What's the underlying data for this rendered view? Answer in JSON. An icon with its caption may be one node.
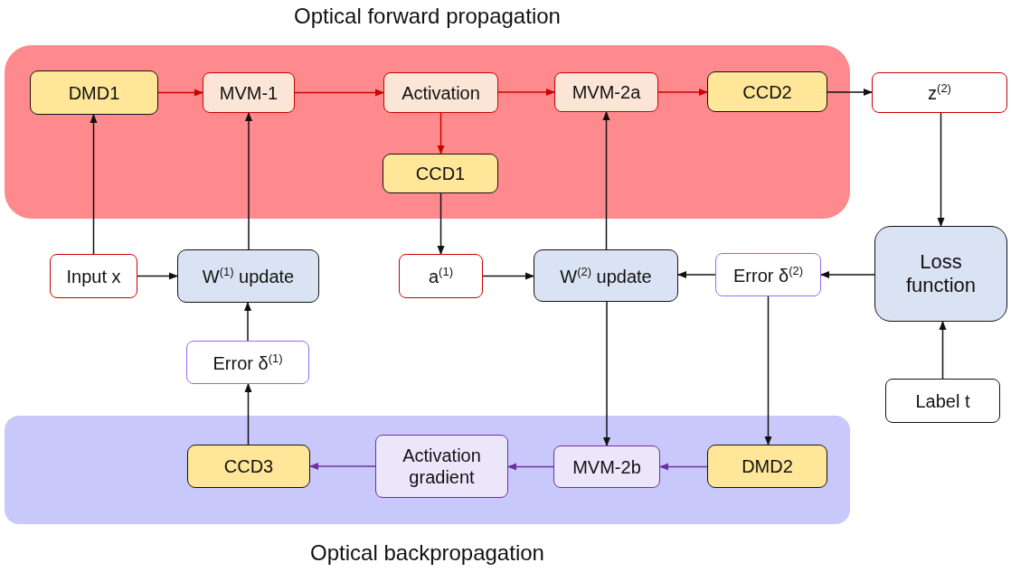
{
  "diagram": {
    "nodes": [
      {
        "text": [
          "Optical forward propagation"
        ]
      },
      {
        "text": [
          "DMD1"
        ],
        "in": 0
      },
      {
        "text": [
          "MVM-1"
        ],
        "in": 0
      },
      {
        "text": [
          "Activation"
        ],
        "in": 0
      },
      {
        "text": [
          "MVM-2a"
        ],
        "in": 0
      },
      {
        "text": [
          "CCD2"
        ],
        "in": 0
      },
      {
        "text": [
          "z$^{(2)}$"
        ]
      },
      {
        "text": [
          "CCD1"
        ],
        "in": 0
      },
      {
        "text": [
          "Input x"
        ]
      },
      {
        "text": [
          "W$^{(1)}$ update"
        ]
      },
      {
        "text": [
          "a$^{(1)}$"
        ]
      },
      {
        "text": [
          "W$^{(2)}$ update"
        ]
      },
      {
        "text": [
          "Error δ$^{(2)}$"
        ]
      },
      {
        "text": [
          "Loss function"
        ]
      },
      {
        "text": [
          "Error δ$^{(1)}$"
        ]
      },
      {
        "text": [
          "Label t"
        ]
      },
      {
        "text": [
          "Optical backpropagation"
        ]
      },
      {
        "text": [
          "CCD3"
        ],
        "in": 16
      },
      {
        "text": [
          "Activation gradient"
        ],
        "in": 16
      },
      {
        "text": [
          "MVM-2b"
        ],
        "in": 16
      },
      {
        "text": [
          "DMD2"
        ],
        "in": 16
      }
    ],
    "edges": [
      {
        "from": 1,
        "to": 2,
        "arrow": "to",
        "color": "#cc0000"
      },
      {
        "from": 2,
        "to": 3,
        "arrow": "to",
        "color": "#cc0000"
      },
      {
        "from": 3,
        "to": 4,
        "arrow": "to",
        "color": "#cc0000"
      },
      {
        "from": 4,
        "to": 5,
        "arrow": "to",
        "color": "#cc0000"
      },
      {
        "from": 5,
        "to": 6,
        "arrow": "to"
      },
      {
        "from": 3,
        "to": 7,
        "arrow": "to",
        "color": "#cc0000"
      },
      {
        "from": 8,
        "to": 1,
        "arrow": "to"
      },
      {
        "from": 8,
        "to": 9,
        "arrow": "to"
      },
      {
        "from": 9,
        "to": 2,
        "arrow": "to"
      },
      {
        "from": 7,
        "to": 10,
        "arrow": "to"
      },
      {
        "from": 10,
        "to": 11,
        "arrow": "to"
      },
      {
        "from": 11,
        "to": 4,
        "arrow": "to"
      },
      {
        "from": 12,
        "to": 11,
        "arrow": "to"
      },
      {
        "from": 13,
        "to": 12,
        "arrow": "to"
      },
      {
        "from": 6,
        "to": 13,
        "arrow": "to"
      },
      {
        "from": 15,
        "to": 13,
        "arrow": "to"
      },
      {
        "from": 14,
        "to": 9,
        "arrow": "to"
      },
      {
        "from": 17,
        "to": 14,
        "arrow": "to"
      },
      {
        "from": 11,
        "to": 19,
        "arrow": "to"
      },
      {
        "from": 12,
        "to": 20,
        "arrow": "to"
      },
      {
        "from": 20,
        "to": 19,
        "arrow": "to",
        "color": "#7030a0"
      },
      {
        "from": 19,
        "to": 18,
        "arrow": "to",
        "color": "#7030a0"
      },
      {
        "from": 18,
        "to": 17,
        "arrow": "to",
        "color": "#7030a0"
      }
    ]
  }
}
